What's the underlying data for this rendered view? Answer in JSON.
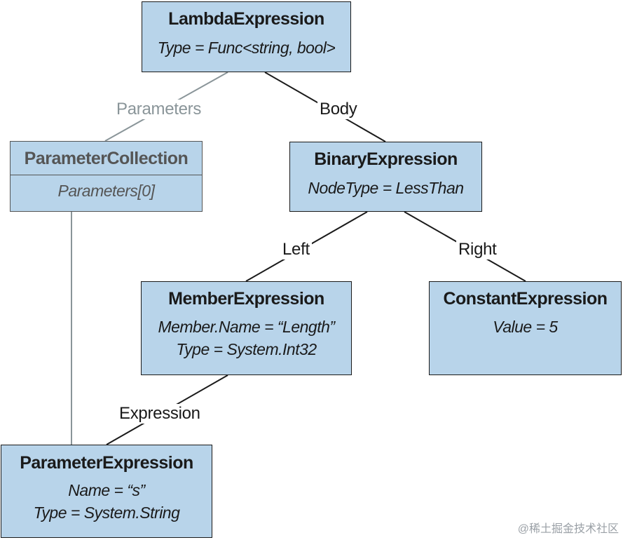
{
  "nodes": {
    "lambda": {
      "title": "LambdaExpression",
      "lines": [
        "Type = Func<string, bool>"
      ]
    },
    "paramcoll": {
      "title": "ParameterCollection",
      "lines": [
        "Parameters[0]"
      ]
    },
    "binary": {
      "title": "BinaryExpression",
      "lines": [
        "NodeType = LessThan"
      ]
    },
    "member": {
      "title": "MemberExpression",
      "lines": [
        "Member.Name = “Length”",
        "Type = System.Int32"
      ]
    },
    "constant": {
      "title": "ConstantExpression",
      "lines": [
        "Value = 5"
      ]
    },
    "paramexpr": {
      "title": "ParameterExpression",
      "lines": [
        "Name = “s”",
        "Type = System.String"
      ]
    }
  },
  "edges": {
    "parameters": "Parameters",
    "body": "Body",
    "left": "Left",
    "right": "Right",
    "expression": "Expression"
  },
  "watermark": "@稀土掘金技术社区",
  "colors": {
    "node_fill": "#b8d4ea",
    "border": "#1a1a1a",
    "dim_text": "#555555",
    "dim_edge": "#8a9599"
  }
}
